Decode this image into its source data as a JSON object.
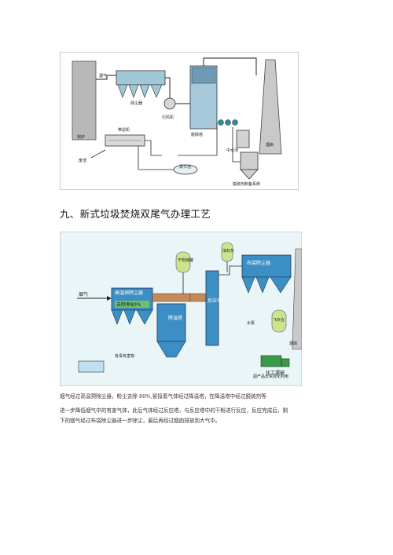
{
  "figure1": {
    "labels": {
      "boiler": "锅炉",
      "flue_gas": "烟气",
      "dust_collector": "除尘器",
      "induced_fan": "引风机",
      "desulfurization_tower": "脱硫塔",
      "chimney": "烟囱",
      "belt_filter": "带滤机",
      "waste_residue": "废渣",
      "regulating_tank": "调节池",
      "reaction_tank": "中水池",
      "circulating_tank": "脱硫剂制备系统"
    }
  },
  "heading": "九、新式垃圾焚烧双尾气办理工艺",
  "figure2": {
    "labels": {
      "flue_gas": "烟气",
      "hot_precip": "高温预除尘器",
      "removal_rate": "去除率80%",
      "cooling_tower": "降温塔",
      "reaction_tower": "反应塔",
      "dry_powder": "干粉储罐",
      "lime_silo": "消石灰",
      "bag_filter": "布袋除尘器",
      "ash_silo": "飞灰仓",
      "pump": "水泵",
      "waste_water": "有毒有害物",
      "byproduct": "副产品去资源化利用",
      "chimney": "烟囱",
      "watermark": "化工漏被"
    }
  },
  "paragraph": {
    "line1": "烟气经过高温预除尘器，粉尘去除 80%,紧接着气体经过降温塔，在降温塔中经过脱硫剂等",
    "line2": "进一步降低烟气中的有害气体，此后气体经过反应塔，与反应塔中的干粉进行反应，反应完成后，剩",
    "line3": "下的烟气经过布袋除尘器进一步除尘，最后再经过烟囱排放到大气中。"
  }
}
